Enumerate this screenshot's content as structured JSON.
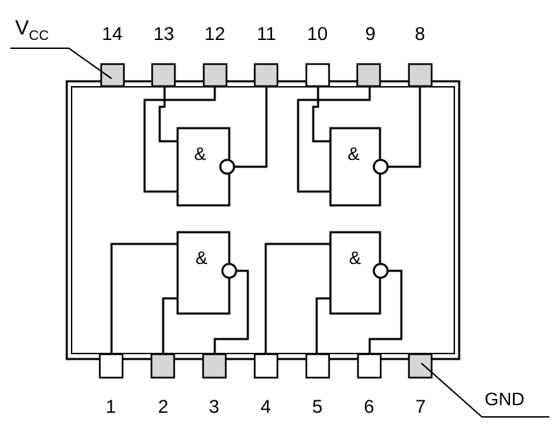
{
  "labels": {
    "vcc_main": "V",
    "vcc_sub": "CC",
    "gnd": "GND",
    "gate_symbol": "&"
  },
  "pins": {
    "top": [
      "14",
      "13",
      "12",
      "11",
      "10",
      "9",
      "8"
    ],
    "bottom": [
      "1",
      "2",
      "3",
      "4",
      "5",
      "6",
      "7"
    ]
  },
  "colors": {
    "pad_shaded": "#d6d6d6",
    "pad_plain": "#ffffff",
    "line": "#000000",
    "background": "#ffffff"
  }
}
